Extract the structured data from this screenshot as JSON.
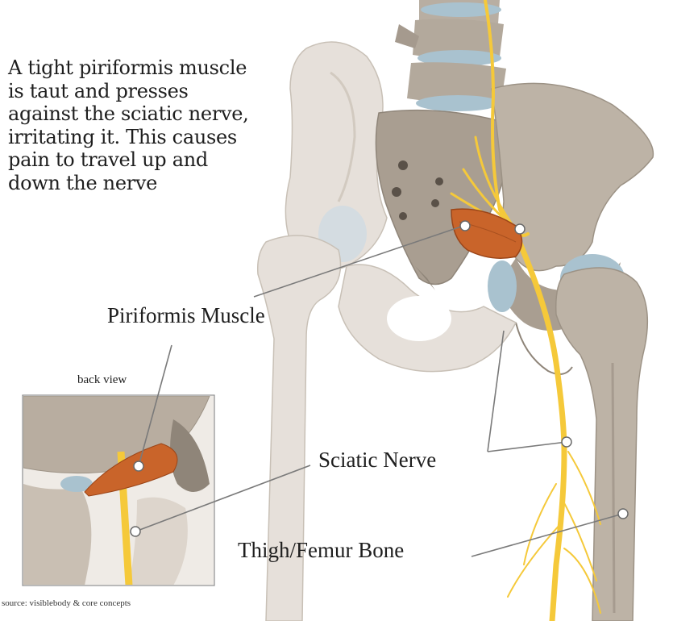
{
  "caption": {
    "lines": [
      "A tight piriformis muscle",
      "is taut and presses",
      "against the sciatic nerve,",
      "irritating it. This causes",
      "pain to travel up and",
      "down the nerve"
    ]
  },
  "labels": {
    "piriformis": "Piriformis Muscle",
    "sciatic": "Sciatic Nerve",
    "femur": "Thigh/Femur Bone",
    "back_view": "back view"
  },
  "source": "source: visiblebody & core concepts",
  "colors": {
    "bone": "#bdb3a6",
    "bone_light": "#e6e0da",
    "bone_shadow": "#8f8579",
    "cartilage": "#a9c2cf",
    "nerve": "#f5c93a",
    "muscle": "#c9642a",
    "line": "#7a7a7a",
    "marker_fill": "#ffffff",
    "marker_stroke": "#6a6a6a"
  }
}
